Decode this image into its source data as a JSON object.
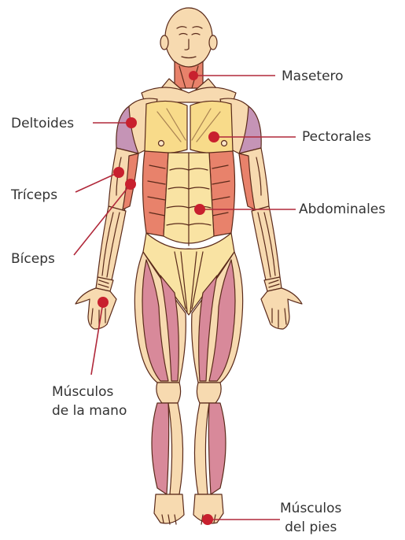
{
  "labels": {
    "masetero": "Masetero",
    "deltoides": "Deltoides",
    "pectorales": "Pectorales",
    "triceps": "Tríceps",
    "abdominales": "Abdominales",
    "biceps": "Bíceps",
    "mano_line1": "Músculos",
    "mano_line2": "de la mano",
    "pies_line1": "Músculos",
    "pies_line2": "del pies"
  },
  "colors": {
    "leader_line": "#b0283a",
    "marker": "#c8202e",
    "outline": "#5a2a1a",
    "skin": "#f7dab0",
    "skin_light": "#fbe7c8",
    "muscle_pink": "#d8899a",
    "muscle_red": "#e8826b",
    "muscle_purple": "#c594b6",
    "pectoral_yellow": "#f8db8a",
    "abdominal_yellow": "#f9e3a3"
  }
}
